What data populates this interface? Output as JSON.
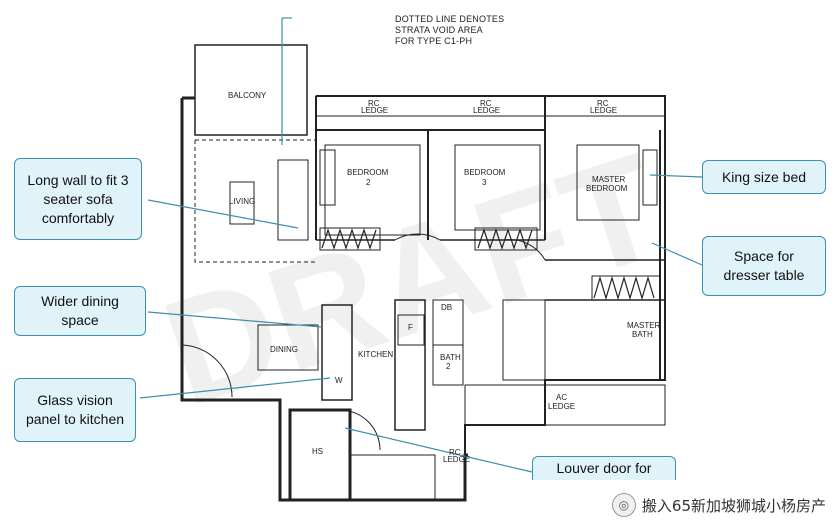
{
  "watermark_big": "DRAFT",
  "top_note": [
    "DOTTED LINE DENOTES",
    "STRATA VOID AREA",
    "FOR TYPE C1-PH"
  ],
  "rooms": {
    "balcony": "BALCONY",
    "living": "LIVING",
    "dining": "DINING",
    "kitchen": "KITCHEN",
    "hs": "HS",
    "bedroom2": [
      "BEDROOM",
      "2"
    ],
    "bedroom3": [
      "BEDROOM",
      "3"
    ],
    "master_bedroom": [
      "MASTER",
      "BEDROOM"
    ],
    "master_bath": [
      "MASTER",
      "BATH"
    ],
    "bath2": [
      "BATH",
      "2"
    ],
    "db": "DB",
    "f": "F",
    "w": "W",
    "rc_ledge_1": [
      "RC",
      "LEDGE"
    ],
    "rc_ledge_2": [
      "RC",
      "LEDGE"
    ],
    "rc_ledge_3": [
      "RC",
      "LEDGE"
    ],
    "rc_ledge_4": [
      "RC",
      "LEDGE"
    ],
    "ac_ledge": [
      "AC",
      "LEDGE"
    ]
  },
  "callouts": {
    "long_wall": "Long wall to fit 3 seater sofa comfortably",
    "wider_dining": "Wider dining space",
    "glass_panel": "Glass vision panel to kitchen",
    "king_bed": "King size bed",
    "dresser": "Space for dresser table",
    "louver": "Louver door for"
  },
  "footer_watermark": "搬入65新加坡狮城小杨房产"
}
